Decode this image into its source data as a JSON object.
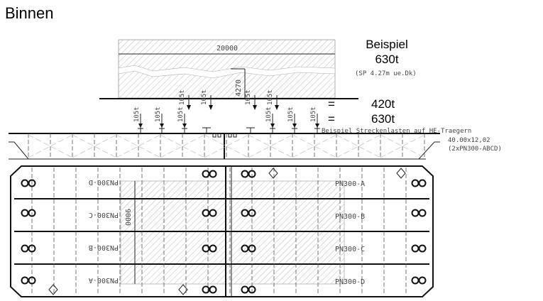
{
  "title": "Binnen",
  "example": {
    "heading": "Beispiel",
    "weight": "630t",
    "note": "(SP 4.27m ue.Dk)"
  },
  "dimensions": {
    "length": "20000",
    "height": "4270",
    "width": "9000"
  },
  "loads": {
    "label": "105t",
    "eq1": "=",
    "total1": "420t",
    "eq2": "=",
    "total2": "630t"
  },
  "side_note": {
    "line1": "Beispiel Streckenlasten auf HE-Traegern",
    "line2": "40.00x12,02",
    "line3": "(2xPN300-ABCD)"
  },
  "pontoons": {
    "right": [
      "PN300-A",
      "PN300-B",
      "PN300-C",
      "PN300-D"
    ],
    "left": [
      "PN300-D",
      "PN300-C",
      "PN300-B",
      "PN300-A"
    ]
  }
}
